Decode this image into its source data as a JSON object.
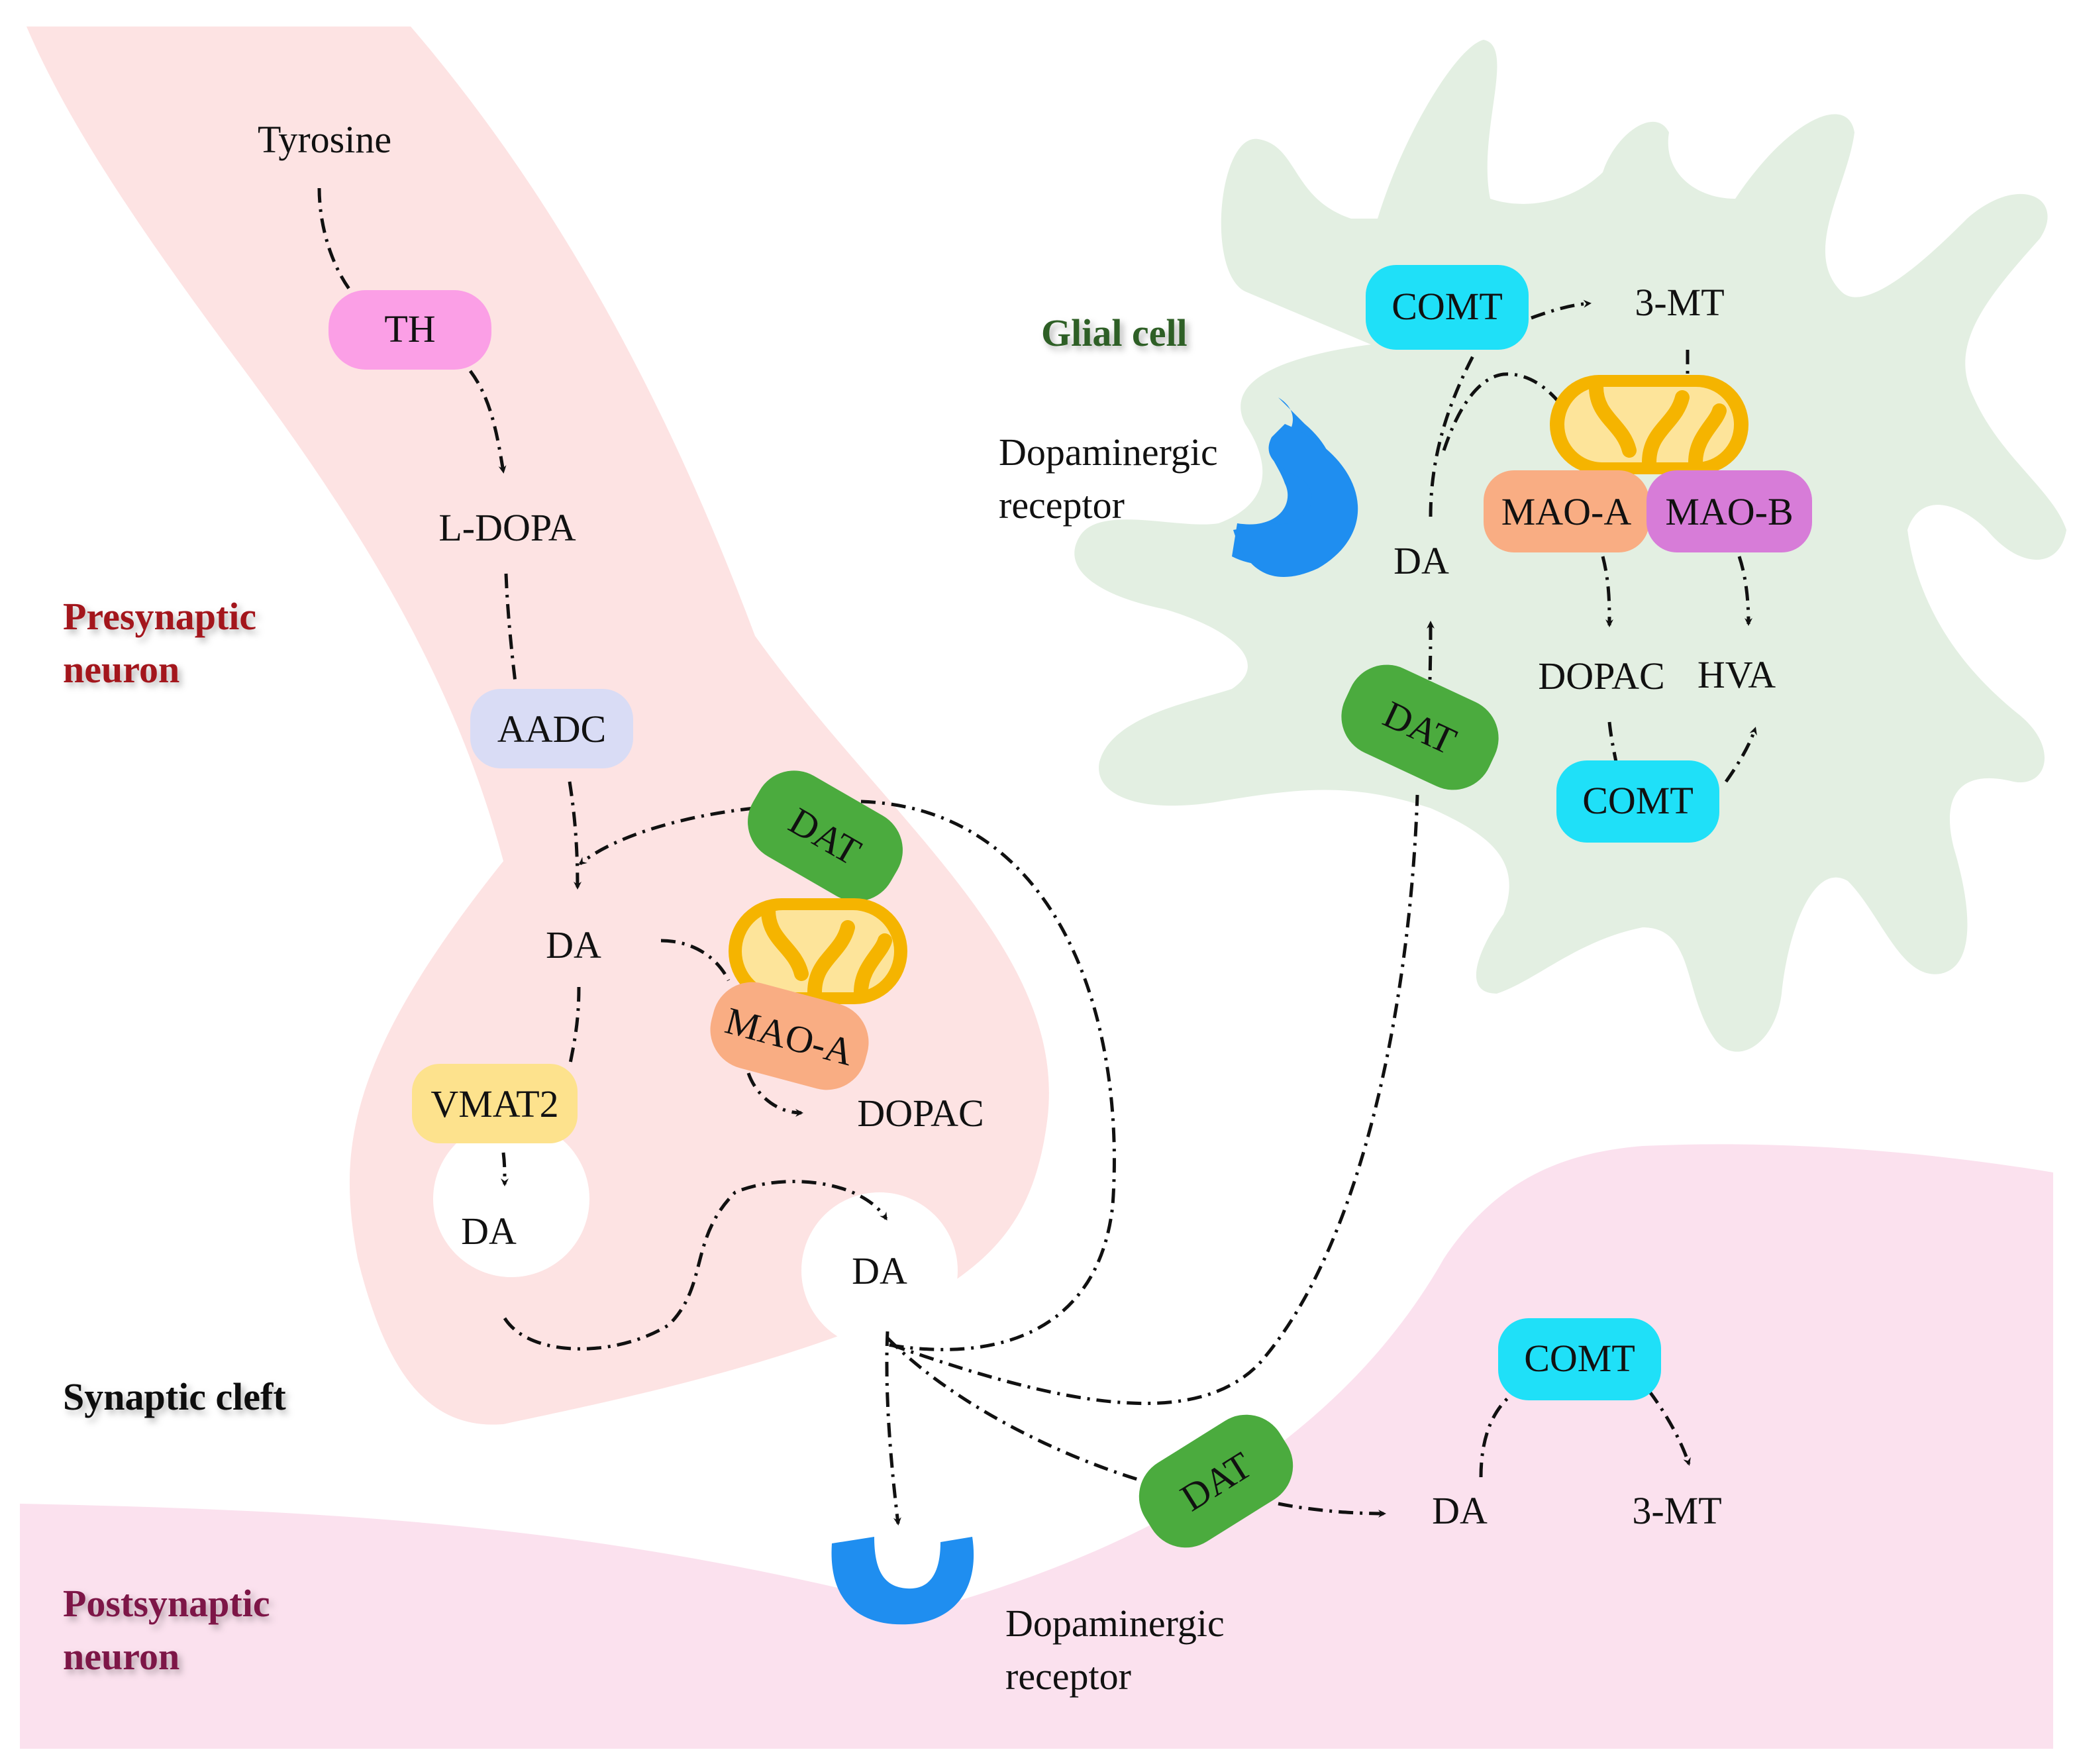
{
  "labels": {
    "presynaptic": [
      "Presynaptic",
      "neuron"
    ],
    "glial": "Glial cell",
    "cleft": "Synaptic cleft",
    "postsynaptic": [
      "Postsynaptic",
      "neuron"
    ]
  },
  "metabolites": {
    "tyrosine": "Tyrosine",
    "ldopa": "L-DOPA",
    "da": "DA",
    "dopac": "DOPAC",
    "hva": "HVA",
    "mt3": "3-MT"
  },
  "enzymes": {
    "th": "TH",
    "aadc": "AADC",
    "vmat2": "VMAT2",
    "dat": "DAT",
    "maoa": "MAO-A",
    "maob": "MAO-B",
    "comt": "COMT"
  },
  "receptor_label": [
    "Dopaminergic",
    "receptor"
  ],
  "colors": {
    "presynaptic_fill": "#fde3e3",
    "postsynaptic_fill": "#fbe1ee",
    "glial_fill": "#e3efe2",
    "th": "#fb9fe6",
    "aadc": "#d9dcf5",
    "vmat2": "#fde28d",
    "dat": "#4bab3e",
    "maoa": "#f9ad83",
    "maob": "#d77cd8",
    "comt": "#1fe0f8",
    "receptor": "#1f8ef0",
    "mitochondrion": "#f5b400",
    "presynaptic_label": "#a3121d",
    "glial_label": "#2e5e25",
    "postsynaptic_label": "#7d1446"
  }
}
